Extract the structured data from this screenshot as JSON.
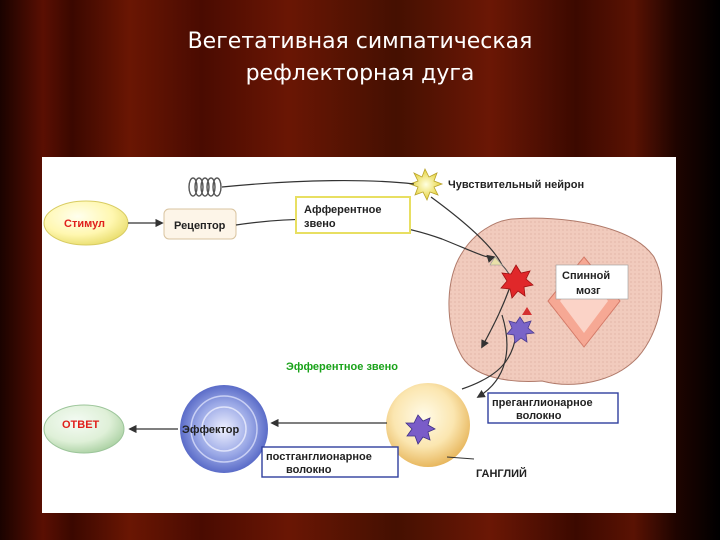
{
  "slide": {
    "title_line1": "Вегетативная симпатическая",
    "title_line2": "рефлекторная дуга"
  },
  "diagram": {
    "stimulus": "Стимул",
    "receptor": "Рецептор",
    "afferent_line1": "Афферентное",
    "afferent_line2": "звено",
    "sensory_neuron": "Чувствительный нейрон",
    "spinal_line1": "Спинной",
    "spinal_line2": "мозг",
    "efferent": "Эфферентное звено",
    "preganglionic_line1": "преганглионарное",
    "preganglionic_line2": "волокно",
    "response": "ОТВЕТ",
    "effector": "Эффектор",
    "postganglionic_line1": "постганглионарное",
    "postganglionic_line2": "волокно",
    "ganglion": "ГАНГЛИЙ"
  },
  "colors": {
    "efferent_text": "#1aa31a",
    "label_box_yellow": "#ece46a",
    "label_box_blue": "#2f3f9e",
    "spinal_cord_fill": "#f2cfc2",
    "ganglion_fill": "#f7d48a",
    "effector_fill": "#6b7fd0"
  }
}
